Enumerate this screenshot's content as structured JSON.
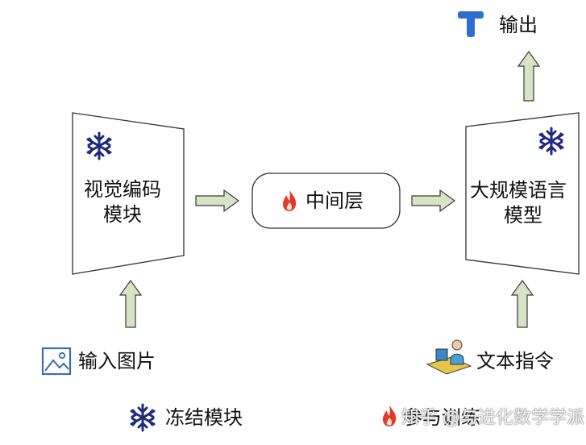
{
  "output": {
    "label": "输出"
  },
  "vision_encoder": {
    "line1": "视觉编码",
    "line2": "模块"
  },
  "middle_layer": {
    "label": "中间层"
  },
  "llm": {
    "line1": "大规模语言",
    "line2": "模型"
  },
  "input_image": {
    "label": "输入图片"
  },
  "text_instruction": {
    "label": "文本指令"
  },
  "legend": {
    "frozen": "冻结模块",
    "trainable": "参与训练"
  },
  "watermark": "知乎 @与进化数学学派",
  "colors": {
    "arrow_fill": "#d7e3c4",
    "arrow_stroke": "#3a3a3a",
    "snowflake": "#1f2a80",
    "flame": "#e23a23",
    "output_icon": "#2d6fd1",
    "image_icon": "#3b6ea8"
  }
}
